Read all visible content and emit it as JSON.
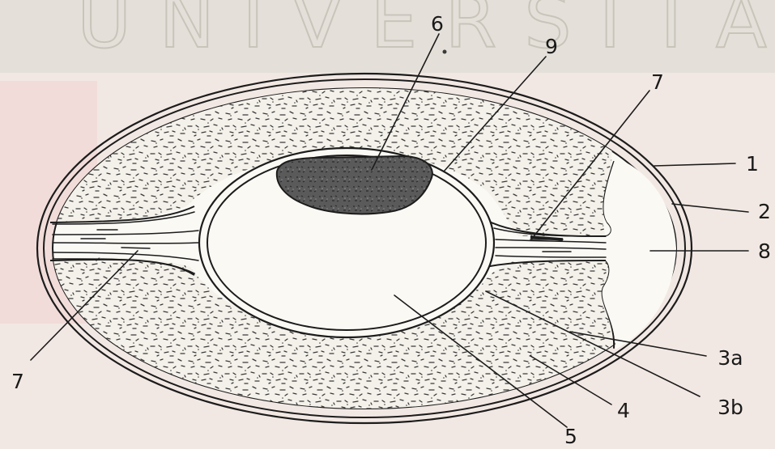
{
  "watermark": {
    "text": "UNIVERSITAS",
    "tint_top": "#d8d4cc",
    "tint_mid": "#f3d4d2",
    "tint_left": "#f2c7c7"
  },
  "diagram": {
    "colors": {
      "line": "#1c1c1c",
      "cavity_fill": "#fbf9f4",
      "stipple_bg": "#f4f1ea",
      "dark_mass": "#5a5a5a",
      "paper": "#f2efe8"
    },
    "labels": [
      {
        "id": "6",
        "text": "6"
      },
      {
        "id": "9",
        "text": "9"
      },
      {
        "id": "7a",
        "text": "7"
      },
      {
        "id": "1",
        "text": "1"
      },
      {
        "id": "2",
        "text": "2"
      },
      {
        "id": "8",
        "text": "8"
      },
      {
        "id": "3a",
        "text": "3a"
      },
      {
        "id": "3b",
        "text": "3b"
      },
      {
        "id": "4",
        "text": "4"
      },
      {
        "id": "5",
        "text": "5"
      },
      {
        "id": "7b",
        "text": "7"
      }
    ]
  }
}
